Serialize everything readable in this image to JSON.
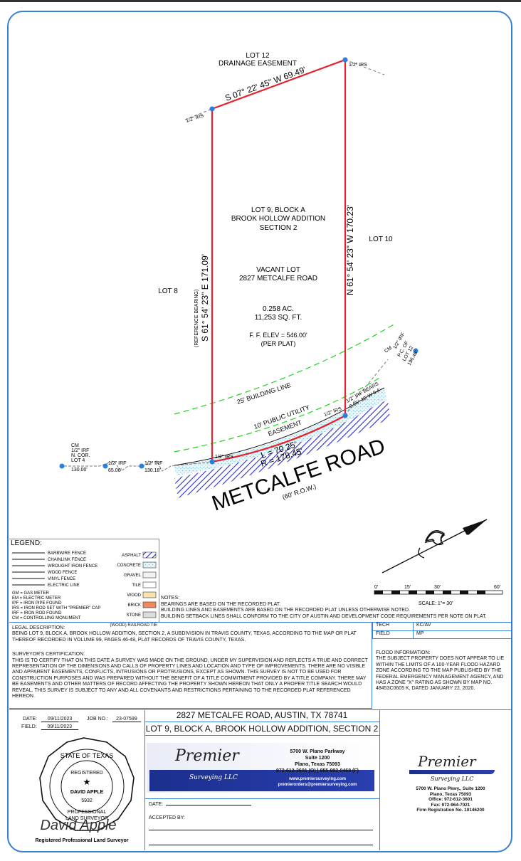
{
  "plat": {
    "lot12": "LOT 12",
    "drainage": "DRAINAGE EASEMENT",
    "irs_ne": "1/2\" IRS",
    "irs_nw": "1/2\" IRS",
    "north_call": "S 07° 22' 45\" W  69.49'",
    "east_call": "N 61° 54' 23\" W  170.23'",
    "west_call": "S 61° 54' 23\" E  171.09'",
    "ref_bearing": "(REFERENCE BEARING)",
    "lot_name": "LOT 9, BLOCK A",
    "addition": "BROOK HOLLOW ADDITION",
    "section": "SECTION 2",
    "vacant": "VACANT LOT",
    "address": "2827 METCALFE ROAD",
    "acres": "0.258 AC.",
    "sqft": "11,253 SQ. FT.",
    "ff_elev": "F. F. ELEV = 546.00'",
    "per_plat": "(PER PLAT)",
    "lot8": "LOT 8",
    "lot10": "LOT 10",
    "building_line": "25' BUILDING LINE",
    "pue1": "10' PUBLIC UTILITY",
    "pue2": "EASEMENT",
    "arc_l": "L = 70.25'",
    "arc_r": "R = 178.45'",
    "road": "METCALFE ROAD",
    "row": "(60' R.O.W.)",
    "irs_sw": "1/2\" IRS",
    "irs_se": "1/2\" IRS",
    "irf_bears": "1/2\" IRF BEARS",
    "irf_bears2": "S 65° 28' W 0.4'",
    "cm_right": "CM",
    "irf_right": "1/2\" IRF",
    "pcor_right": "P.C. OF",
    "lot12_right": "LOT 12",
    "dist_right": "196.46'",
    "cm_left": "CM",
    "irf_left": "1/2\" IRF",
    "ncor": "N. COR.",
    "lot4": "LOT 4",
    "d130": "130.00'",
    "irf_a": "1/2\" IRF",
    "d65": "65.00'",
    "irf_b": "1/2\" IRF",
    "d130b": "130.18'"
  },
  "legend": {
    "title": "LEGEND:",
    "fences": [
      "BARBWIRE FENCE",
      "CHAINLINK FENCE",
      "WROUGHT IRON FENCE",
      "WOOD FENCE",
      "VINYL FENCE",
      "ELECTRIC LINE"
    ],
    "abbrev": [
      "GM = GAS METER",
      "EM = ELECTRIC METER",
      "IPF = IRON PIPE FOUND",
      "IRS = IRON ROD SET WITH \"PREMIER\" CAP",
      "IRF = IRON ROD FOUND",
      "CM = CONTROLLING MONUMENT"
    ],
    "materials": [
      "ASPHALT",
      "CONCRETE",
      "GRAVEL",
      "TILE",
      "WOOD",
      "BRICK",
      "STONE",
      "(WOOD) RAILROAD TIE"
    ]
  },
  "scale": {
    "ticks": [
      "0'",
      "15'",
      "30'",
      "60'"
    ],
    "label": "SCALE: 1\"= 30'"
  },
  "notes": {
    "title": "NOTES:",
    "lines": [
      "BEARINGS ARE BASED ON THE RECORDED PLAT.",
      "BUILDING LINES AND EASEMENTS ARE BASED ON THE RECORDED PLAT UNLESS OTHERWISE NOTED.",
      "BUILDING SETBACK LINES SHALL CONFORM TO THE CITY OF AUSTIN AND DEVELOPMENT CODE REQUIREMENTS PER NOTE ON PLAT."
    ]
  },
  "legal": {
    "title": "LEGAL DESCRIPTION:",
    "text": "BEING LOT 9, BLOCK A, BROOK HOLLOW ADDITION, SECTION 2, A SUBDIVISION IN TRAVIS COUNTY, TEXAS, ACCORDING TO THE MAP OR PLAT THEREOF RECORDED IN VOLUME 99, PAGES 46-48, PLAT RECORDS OF TRAVIS COUNTY, TEXAS.",
    "cert_title": "SURVEYOR'S CERTIFICATION:",
    "cert_text": "THIS IS TO CERTIFY THAT ON THIS DATE A SURVEY WAS MADE ON THE GROUND, UNDER MY SUPERVISION AND REFLECTS A TRUE AND CORRECT REPRESENTATION OF THE DIMENSIONS AND CALLS OF PROPERTY LINES AND LOCATION AND TYPE OF IMPROVEMENTS. THERE ARE NO VISIBLE AND APPARENT EASEMENTS, CONFLICTS, INTRUSIONS OR PROTRUSIONS, EXCEPT AS SHOWN. THIS SURVEY IS NOT TO BE USED FOR CONSTRUCTION PURPOSES AND WAS PREPARED WITHOUT THE BENEFIT OF A TITLE COMMITMENT PROVIDED BY A TITLE COMPANY.  THERE MAY BE EASEMENTS AND OTHER MATTERS OF RECORD AFFECTING THE PROPERTY SHOWN HEREON THAT ONLY A PROPER TITLE SEARCH WOULD REVEAL. THIS SURVEY IS SUBJECT TO ANY AND ALL COVENANTS AND RESTRICTIONS PERTAINING TO THE RECORDED PLAT REFERENCED HEREON."
  },
  "crew": {
    "tech_label": "TECH",
    "tech_value": "KC/AV",
    "field_label": "FIELD",
    "field_value": "MP"
  },
  "flood": {
    "title": "FLOOD INFORMATION:",
    "text": "THE SUBJECT PROPERTY DOES NOT APPEAR TO LIE WITHIN THE LIMITS OF A 100-YEAR FLOOD HAZARD ZONE ACCORDING TO THE MAP PUBLISHED BY THE FEDERAL EMERGENCY MANAGEMENT AGENCY, AND HAS A ZONE \"X\" RATING AS SHOWN BY MAP NO. 48453C0605 K, DATED JANUARY 22, 2020."
  },
  "title_block": {
    "date_label": "DATE:",
    "date_value": "09/11/2023",
    "job_label": "JOB NO.:",
    "job_value": "23-07599",
    "field_label": "FIELD:",
    "field_value": "09/11/2023",
    "address": "2827 METCALFE ROAD, AUSTIN, TX 78741",
    "lot": "LOT 9, BLOCK A, BROOK HOLLOW ADDITION, SECTION 2",
    "date2_label": "DATE:",
    "accepted_label": "ACCEPTED BY:"
  },
  "company": {
    "name": "Premier",
    "sub": "Surveying LLC",
    "addr1": "5700 W. Plano Parkway",
    "addr2": "Suite 1200",
    "addr3": "Plano, Texas 75093",
    "phone": "972-612-3601 (O) | 855-892-0468 (F)",
    "web": "www.premiersurveying.com",
    "email": "premierorders@premiersurveying.com",
    "r_addr1": "5700 W. Plano Pkwy., Suite 1200",
    "r_addr2": "Plano, Texas 75093",
    "r_office": "Office: 972-612-3601",
    "r_fax": "Fax: 972-964-7021",
    "r_firm": "Firm Registration No. 10146200"
  },
  "seal": {
    "top": "STATE OF TEXAS",
    "registered": "REGISTERED",
    "name": "DAVID APPLE",
    "number": "5932",
    "professional": "PROFESSIONAL",
    "land": "LAND SURVEYOR",
    "signature": "David Apple",
    "caption": "Registered Professional Land Surveyor"
  }
}
